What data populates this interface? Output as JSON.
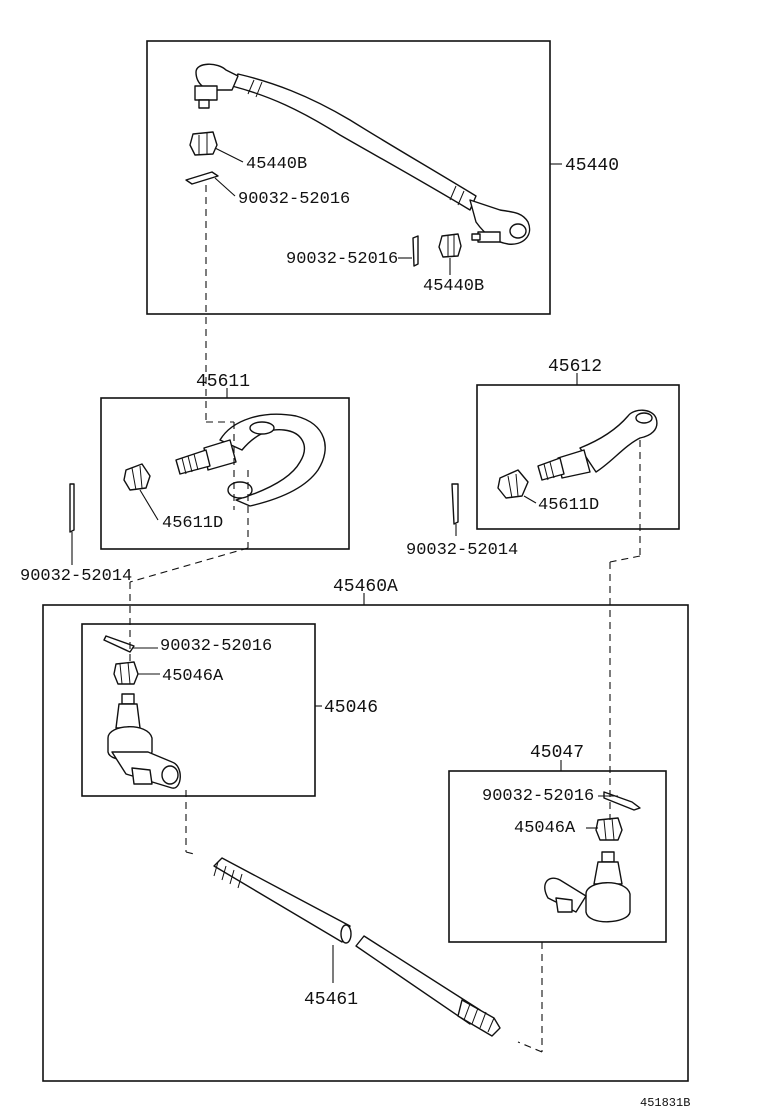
{
  "labels": {
    "tie_rod_assembly": "45440",
    "tie_rod_end_nut_upper": "45440B",
    "cotter_pin_upper": "90032-52016",
    "cotter_pin_lower": "90032-52016",
    "tie_rod_end_nut_lower": "45440B",
    "knuckle_arm_left": "45611",
    "knuckle_arm_left_nut": "45611D",
    "cotter_pin_left_arm": "90032-52014",
    "knuckle_arm_right": "45612",
    "knuckle_arm_right_nut": "45611D",
    "cotter_pin_right_arm": "90032-52014",
    "drag_link_assembly": "45460A",
    "end_left_cotter_pin": "90032-52016",
    "end_left_nut": "45046A",
    "end_left": "45046",
    "end_right": "45047",
    "end_right_cotter_pin": "90032-52016",
    "end_right_nut": "45046A",
    "rod_tube": "45461"
  },
  "footer": {
    "code": "451831B"
  }
}
